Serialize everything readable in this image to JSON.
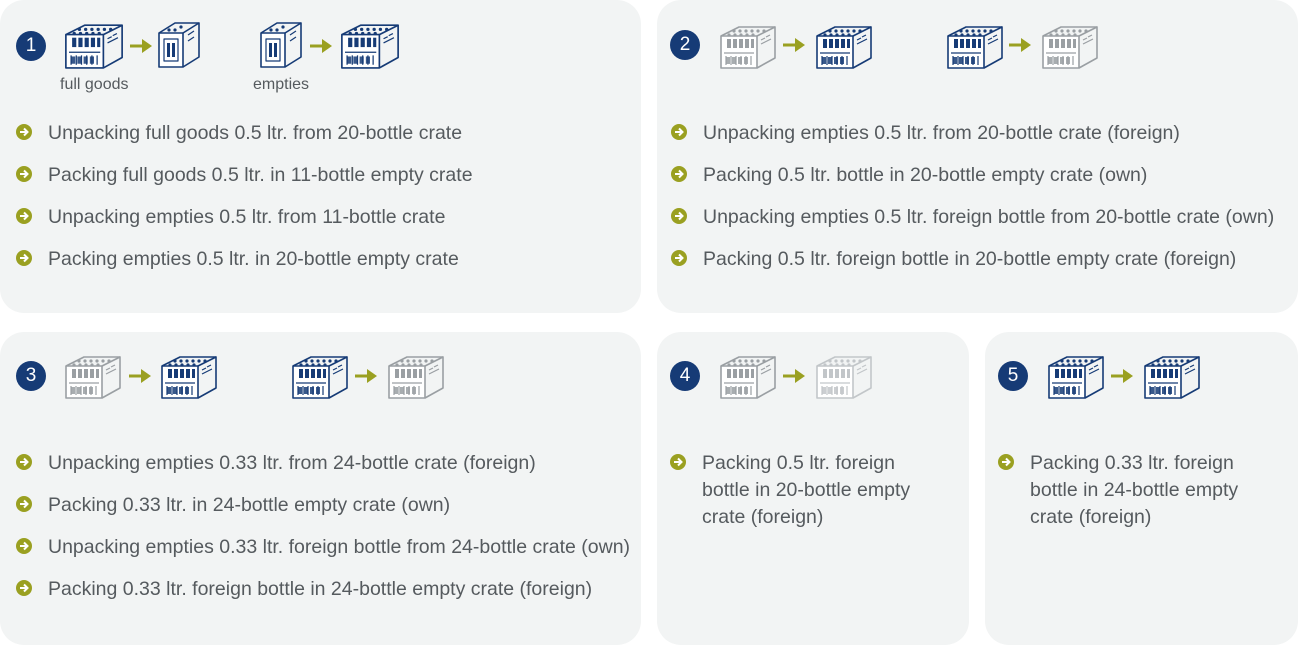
{
  "colors": {
    "badge": "#163b76",
    "crate_dark": "#163b76",
    "crate_light": "#9a9fa3",
    "arrow": "#9aa021",
    "panel": "#f2f4f4",
    "text": "#555a5e"
  },
  "panels": [
    {
      "number": "1",
      "labels": {
        "full_goods": "full goods",
        "empties": "empties"
      },
      "items": [
        "Unpacking full goods 0.5 ltr. from 20-bottle crate",
        "Packing full goods 0.5 ltr. in 11-bottle empty crate",
        "Unpacking empties 0.5 ltr. from 11-bottle crate",
        "Packing empties 0.5 ltr. in 20-bottle empty crate"
      ]
    },
    {
      "number": "2",
      "items": [
        "Unpacking empties 0.5 ltr. from 20-bottle crate (foreign)",
        "Packing 0.5 ltr. bottle in 20-bottle empty crate (own)",
        "Unpacking empties 0.5 ltr. foreign bottle from 20-bottle crate (own)",
        "Packing 0.5 ltr. foreign bottle in 20-bottle empty crate (foreign)"
      ]
    },
    {
      "number": "3",
      "items": [
        "Unpacking empties 0.33 ltr. from 24-bottle crate (foreign)",
        "Packing 0.33 ltr. in 24-bottle empty crate (own)",
        "Unpacking empties 0.33 ltr. foreign bottle from 24-bottle crate (own)",
        "Packing 0.33 ltr. foreign bottle in 24-bottle empty crate (foreign)"
      ]
    },
    {
      "number": "4",
      "items": [
        "Packing 0.5 ltr. foreign bottle in 20-bottle empty crate (foreign)"
      ]
    },
    {
      "number": "5",
      "items": [
        "Packing 0.33 ltr. foreign bottle in 24-bottle empty crate (foreign)"
      ]
    }
  ]
}
